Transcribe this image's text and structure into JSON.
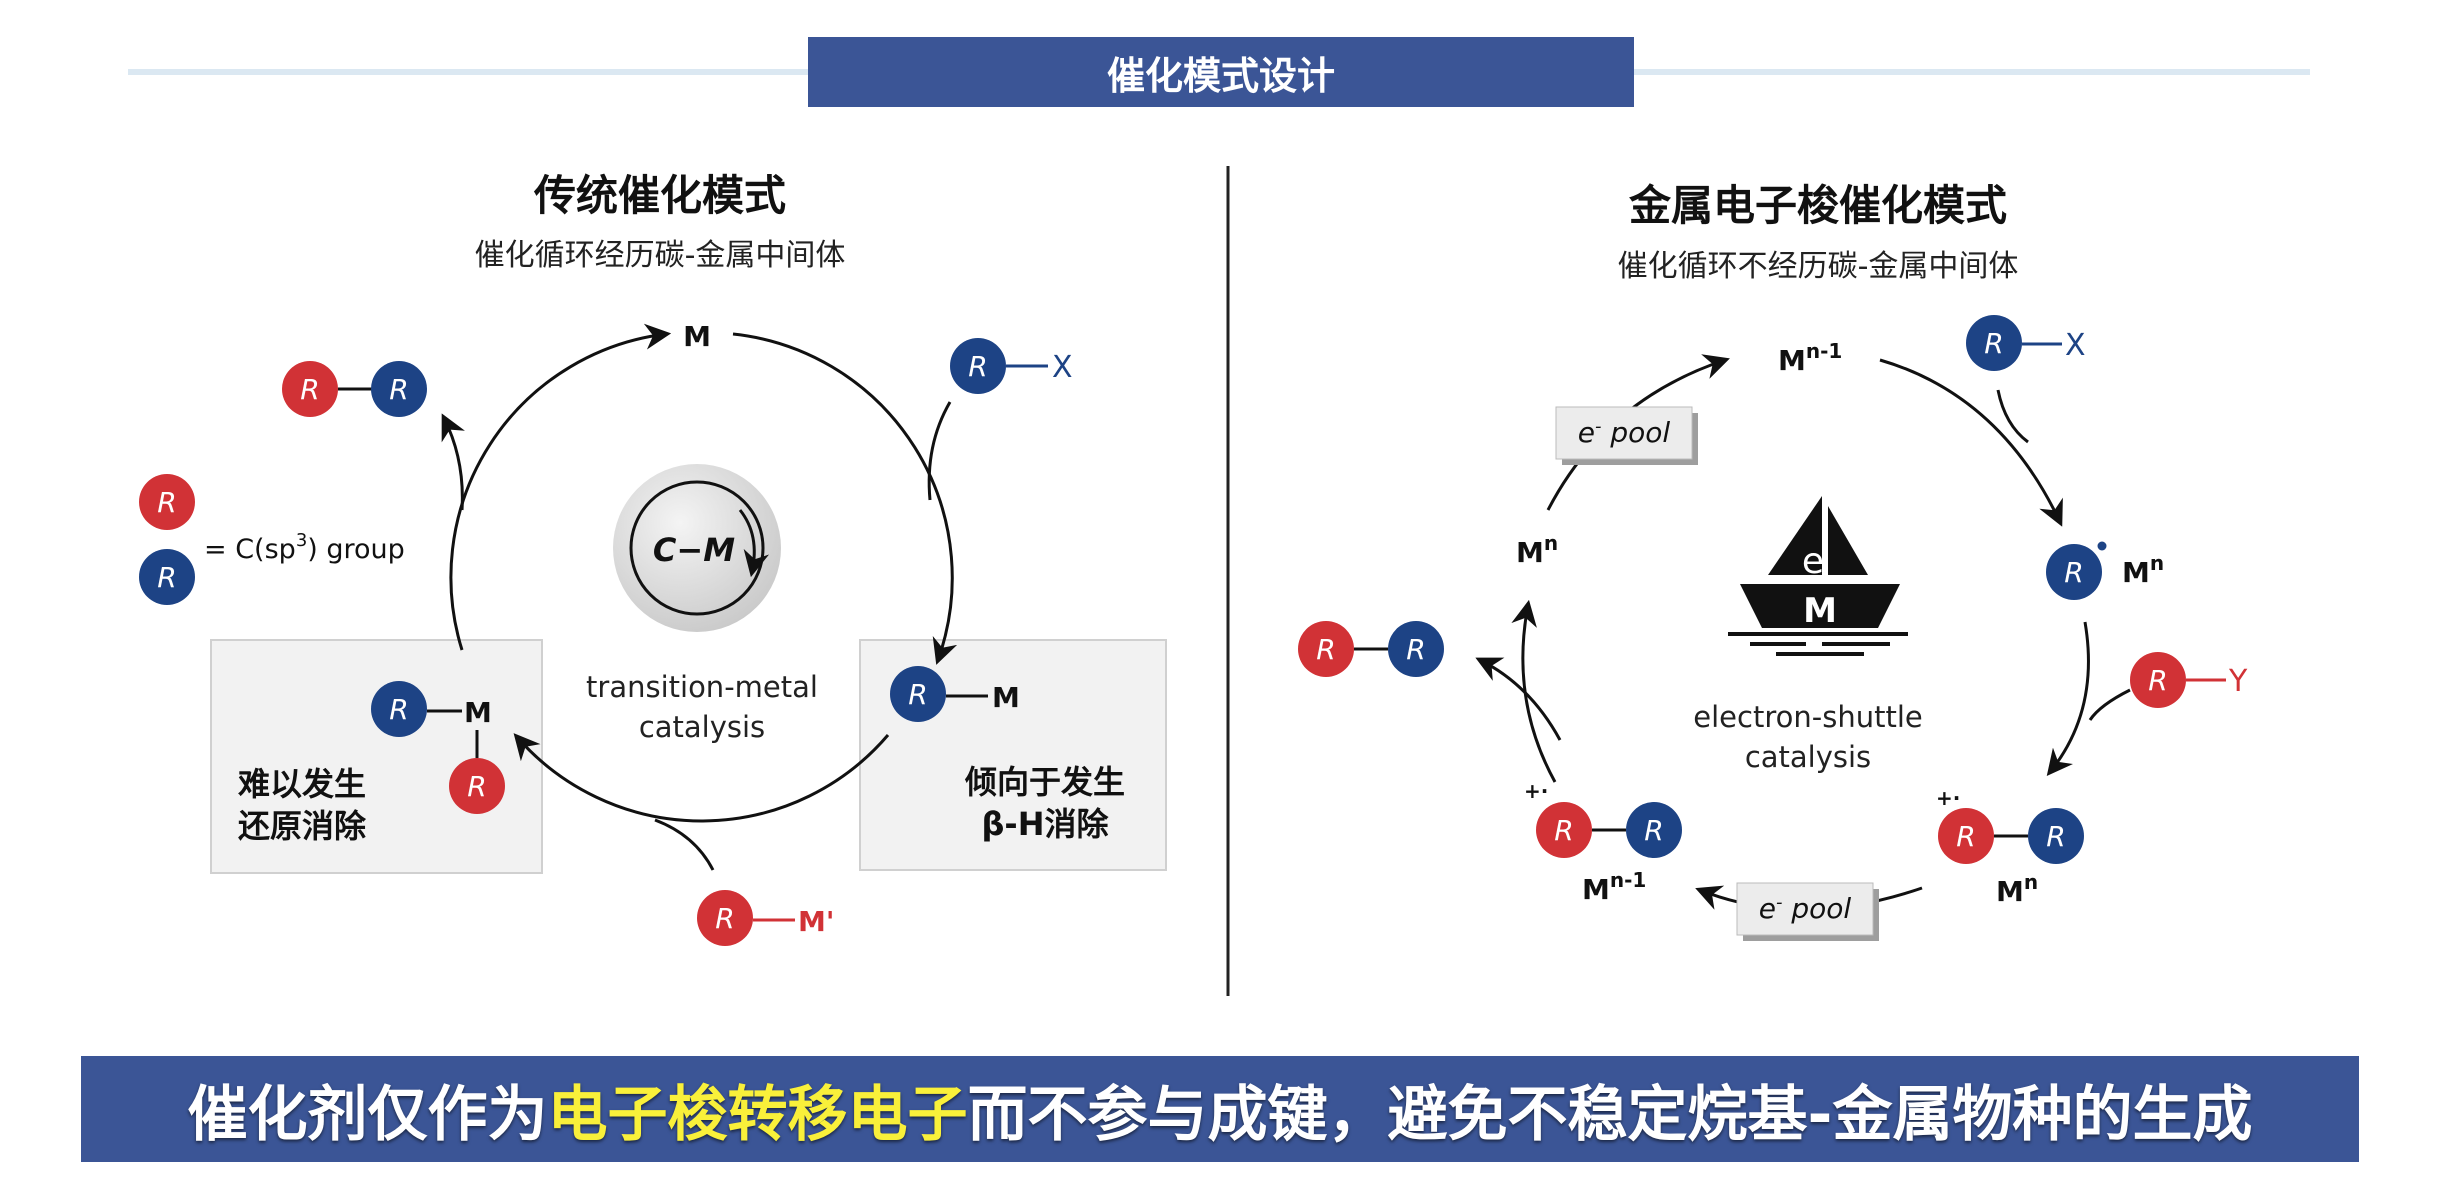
{
  "header": {
    "title": "催化模式设计"
  },
  "colors": {
    "accent_blue": "#3b5596",
    "r_red": "#d13236",
    "r_blue": "#1d4385",
    "highlight_yellow": "#f9f03a"
  },
  "left": {
    "title": "传统催化模式",
    "subtitle": "催化循环经历碳-金属中间体",
    "center_badge": "C−M",
    "center_line1": "transition-metal",
    "center_line2": "catalysis",
    "metal": "M",
    "metal_prime": "M'",
    "x": "X",
    "r": "R",
    "legend_text": "= C(sp",
    "legend_sup": "3",
    "legend_tail": ") group",
    "box_left_line1": "难以发生",
    "box_left_line2": "还原消除",
    "box_right_line1": "倾向于发生",
    "box_right_line2": "β-H消除"
  },
  "right": {
    "title": "金属电子梭催化模式",
    "subtitle": "催化循环不经历碳-金属中间体",
    "m": "M",
    "sup_n1": "n-1",
    "sup_n": "n",
    "x": "X",
    "y": "Y",
    "r": "R",
    "radical_cation": "+·",
    "pool_e": "e",
    "pool_sup": "-",
    "pool_word": " pool",
    "boat_e": "e",
    "boat_m": "M",
    "center_line1": "electron-shuttle",
    "center_line2": "catalysis"
  },
  "footer": {
    "part1": "催化剂仅作为",
    "highlight": "电子梭转移电子",
    "part2": "而不参与成键，避免不稳定烷基-金属物种的生成"
  }
}
